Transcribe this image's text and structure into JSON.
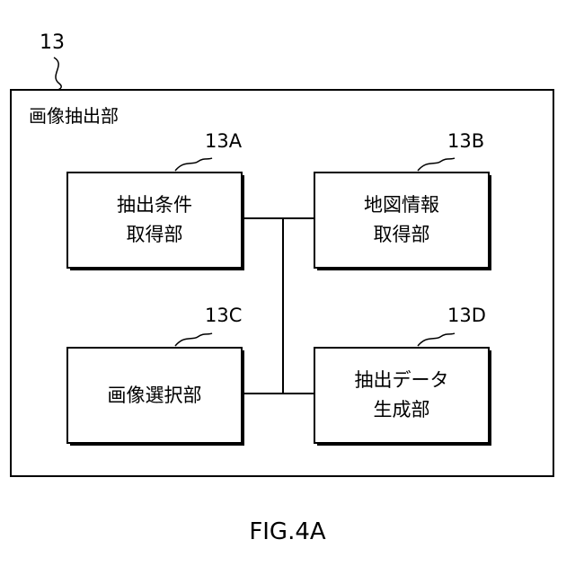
{
  "figure": {
    "outer_ref": "13",
    "outer_title": "画像抽出部",
    "caption": "FIG.4A"
  },
  "blocks": [
    {
      "ref": "13A",
      "lines": [
        "抽出条件",
        "取得部"
      ]
    },
    {
      "ref": "13B",
      "lines": [
        "地図情報",
        "取得部"
      ]
    },
    {
      "ref": "13C",
      "lines": [
        "画像選択部"
      ]
    },
    {
      "ref": "13D",
      "lines": [
        "抽出データ",
        "生成部"
      ]
    }
  ],
  "colors": {
    "stroke": "#000000",
    "shadow": "#000000",
    "background": "#ffffff",
    "box_fill": "#ffffff"
  }
}
